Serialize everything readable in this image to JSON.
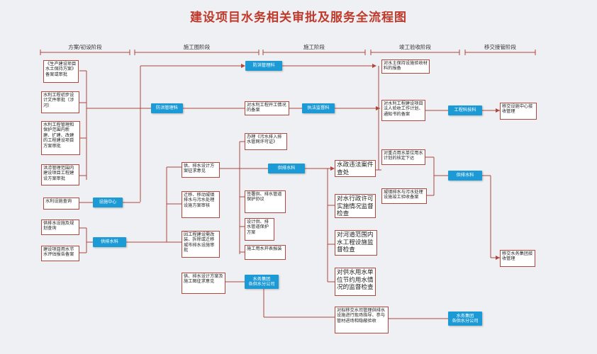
{
  "title": "建设项目水务相关审批及服务全流程图",
  "phases": [
    "方案/初设阶段",
    "施工图阶段",
    "施工阶段",
    "竣工验收阶段",
    "移交接管阶段"
  ],
  "boxes": {
    "b1": "《生产建设项目水土保持方案》备案或审批",
    "b2": "水利工程初步设计文件审批（涉河）",
    "b3": "水利工程管理和保护范围内新建、扩建、改建的工程建设项目方案审批",
    "b4": "洪涝管理范围内建设项目工程建设方案审批",
    "b5": "水利设施查询",
    "b6": "供排水设施及规划查询",
    "b7": "建设项目用水节水评估报告备案",
    "b8": "供、排水设计方案征求意见",
    "b9": "迁移、移动城镇排水与污水处理设施方案审核",
    "b10": "因工程建设需改装、拆除或迁移城市排水设施审批",
    "b11": "供、排水设计方案及施工图征求意见",
    "b12": "对水利工程开工情况的备案",
    "b13": "办理《污水排入排水管网许可证》",
    "b14": "签署供、排水管道保护协议",
    "b15": "设计供、排水管道保护方案",
    "b16": "施工用水开表报装",
    "b17": "水政违法案件查处",
    "b18": "对水行政许可实施情况监督检查",
    "b19": "对河道范围内水工程设施监督检查",
    "b20": "对供水用水单位节约用水情况的监督检查",
    "b21": "对拟移交水司管理供排水设施进行现场指导、参与管材进场和隐蔽验收",
    "b22": "对水土保持设施验收材料的报备",
    "b23": "对水利工程建设项目法人验收工作计划、通知书的备案",
    "b24": "对重点用水单位用水计划的核定下达",
    "b25": "城镇排水与污水处理设施竣工验收备案",
    "b26": "移交设施中心接收管理",
    "b27": "移交水务集团接收管理"
  },
  "tags": {
    "t1": "防洪管理科",
    "t2": "防洪管理科",
    "t3": "执法监督科",
    "t4": "工程科技科",
    "t5": "设施中心",
    "t6": "供排水科",
    "t7": "供排水科",
    "t8": "供排水科",
    "t9": "水务集团\n各供水分公司",
    "t10": "水务集团\n各供水分公司"
  }
}
